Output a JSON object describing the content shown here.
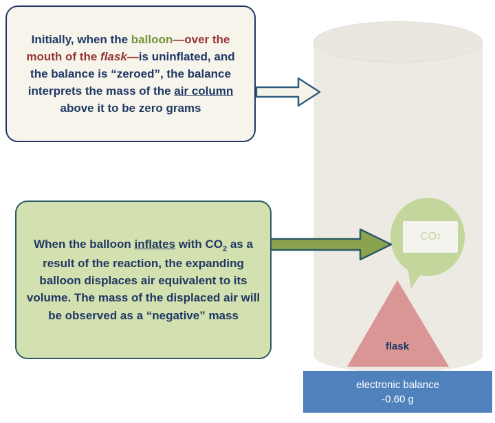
{
  "callout_initial": {
    "s1": "Initially, when the ",
    "s2": "balloon",
    "s3": "—over the mouth of the ",
    "s4": "flask",
    "s5": "—",
    "s6": "is uninflated, and the balance is “zeroed”, the balance interprets the mass of the ",
    "s7": "air column",
    "s8": " above it to be zero grams"
  },
  "callout_inflate": {
    "s1": "When the balloon ",
    "s2": "inflates",
    "s3": " with CO",
    "s3_sub": "2",
    "s4": " as a result of the reaction, the expanding balloon displaces air equivalent to its volume. The mass of the displaced air will be observed as a “negative” mass"
  },
  "balloon_label": {
    "text": "CO",
    "sub": "2"
  },
  "flask_label": "flask",
  "balance": {
    "line1": "electronic balance",
    "line2": "-0.60 g"
  },
  "colors": {
    "navy_text": "#1f3864",
    "green_text": "#76923c",
    "red_text": "#953735",
    "callout_initial_fill": "#f7f4ec",
    "callout_inflate_fill": "#d3e0af",
    "callout_inflate_border": "#2b5964",
    "cylinder_fill": "#edeae3",
    "balloon_fill": "#c3d69b",
    "flask_fill": "#d99694",
    "balance_fill": "#4f81bd",
    "balance_text": "#ffffff",
    "arrow_outline": "#2e5d7d",
    "arrow_green_fill": "#8ba24e"
  }
}
